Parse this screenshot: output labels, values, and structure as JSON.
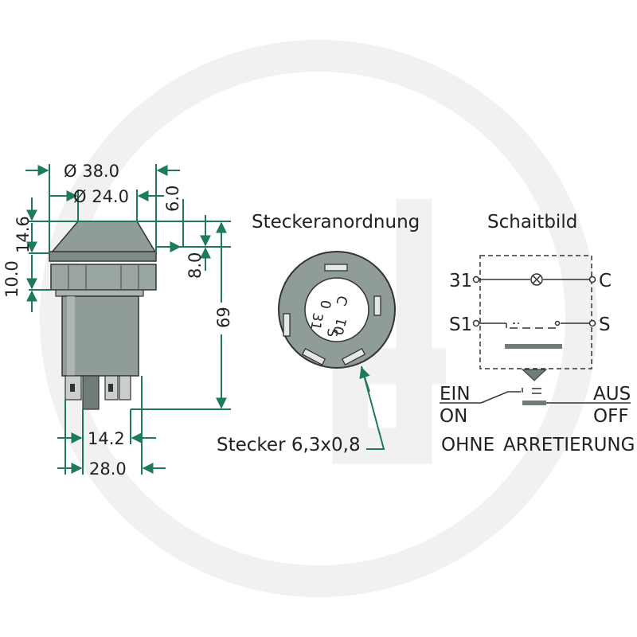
{
  "colors": {
    "dimension": "#1f7a5c",
    "body": "#8f9c97",
    "body_dark": "#5f6b66",
    "body_light": "#b9c2be",
    "contact": "#6f7c77",
    "watermark": "#f1f1f1",
    "line": "#333333"
  },
  "watermark": {
    "icon": "granit-g-logo-watermark"
  },
  "dimensions": {
    "d_outer": "Ø 38.0",
    "d_inner": "Ø 24.0",
    "top_height": "6.0",
    "collar_height": "14.6",
    "nut_height": "10.0",
    "nut_offset": "8.0",
    "total_height": "69",
    "pin_width": "14.2",
    "base_width": "28.0"
  },
  "connector": {
    "title": "Steckeranordnung",
    "terminals": [
      "C",
      "0",
      "31",
      "S",
      "01"
    ],
    "callout": "Stecker 6,3x0,8"
  },
  "schematic": {
    "title": "Schaitbild",
    "terminals": [
      "31",
      "C",
      "S1",
      "S"
    ],
    "on_de": "EIN",
    "on_en": "ON",
    "off_de": "AUS",
    "off_en": "OFF",
    "mode_1": "OHNE",
    "mode_2": "ARRETIERUNG"
  }
}
